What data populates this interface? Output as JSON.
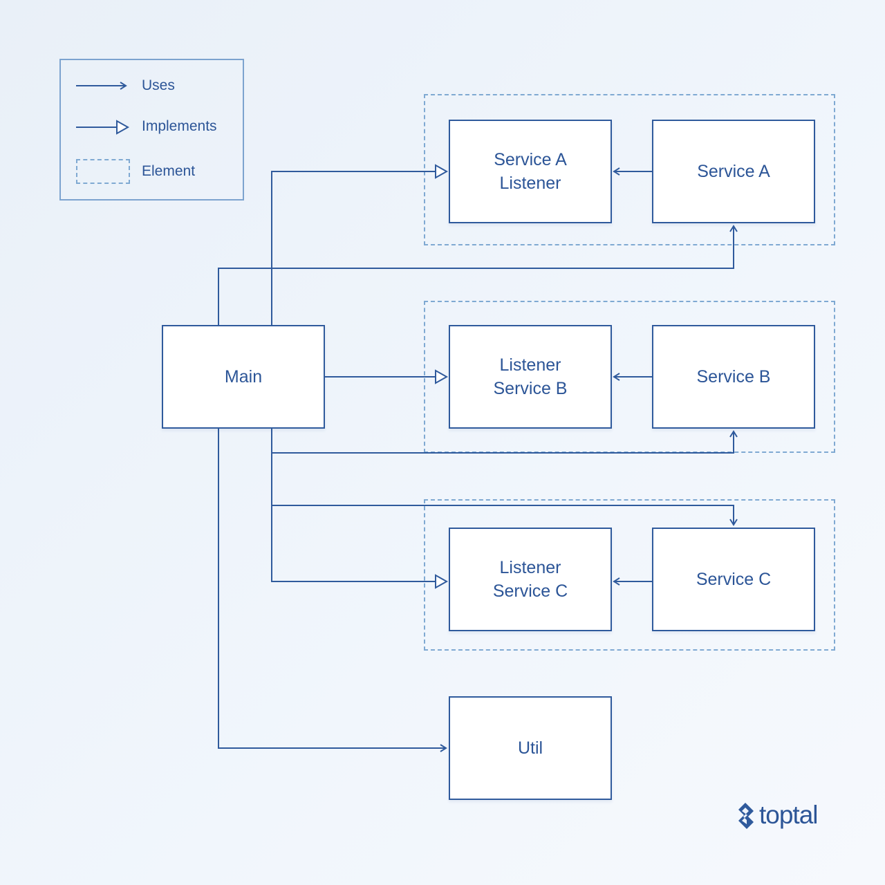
{
  "legend": {
    "uses": "Uses",
    "implements": "Implements",
    "element": "Element"
  },
  "nodes": {
    "main": "Main",
    "service_a_listener": "Service A\nListener",
    "service_a": "Service A",
    "listener_service_b": "Listener\nService B",
    "service_b": "Service B",
    "listener_service_c": "Listener\nService C",
    "service_c": "Service C",
    "util": "Util"
  },
  "edges": [
    {
      "from": "main",
      "to": "service_a_listener",
      "type": "implements"
    },
    {
      "from": "main",
      "to": "service_a",
      "type": "uses"
    },
    {
      "from": "main",
      "to": "listener_service_b",
      "type": "implements"
    },
    {
      "from": "main",
      "to": "service_b",
      "type": "uses"
    },
    {
      "from": "main",
      "to": "service_c",
      "type": "uses"
    },
    {
      "from": "main",
      "to": "listener_service_c",
      "type": "implements"
    },
    {
      "from": "main",
      "to": "util",
      "type": "uses"
    },
    {
      "from": "service_a",
      "to": "service_a_listener",
      "type": "uses"
    },
    {
      "from": "service_b",
      "to": "listener_service_b",
      "type": "uses"
    },
    {
      "from": "service_c",
      "to": "listener_service_c",
      "type": "uses"
    }
  ],
  "brand": {
    "logo_text": "toptal",
    "logo_icon": "toptal-diamond-icon"
  },
  "colors": {
    "line": "#2f5a9c",
    "text": "#2c5597",
    "dashed_border": "#7fa9d2",
    "background": "#eef4fb"
  }
}
